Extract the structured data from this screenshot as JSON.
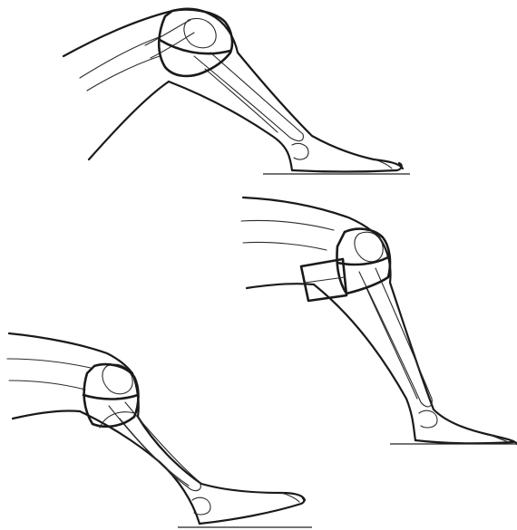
{
  "figure": {
    "icons": [
      "leg-with-knee-brace-icon",
      "knee-wrap-band-icon"
    ],
    "ink_color": "#1a1a1a",
    "background_color": "#ffffff",
    "panels": [
      {
        "view": "leg-raised-knee-brace"
      },
      {
        "view": "leg-bent-knee-brace-extended-wrap"
      },
      {
        "view": "leg-bent-knee-brace-wrap"
      }
    ]
  }
}
